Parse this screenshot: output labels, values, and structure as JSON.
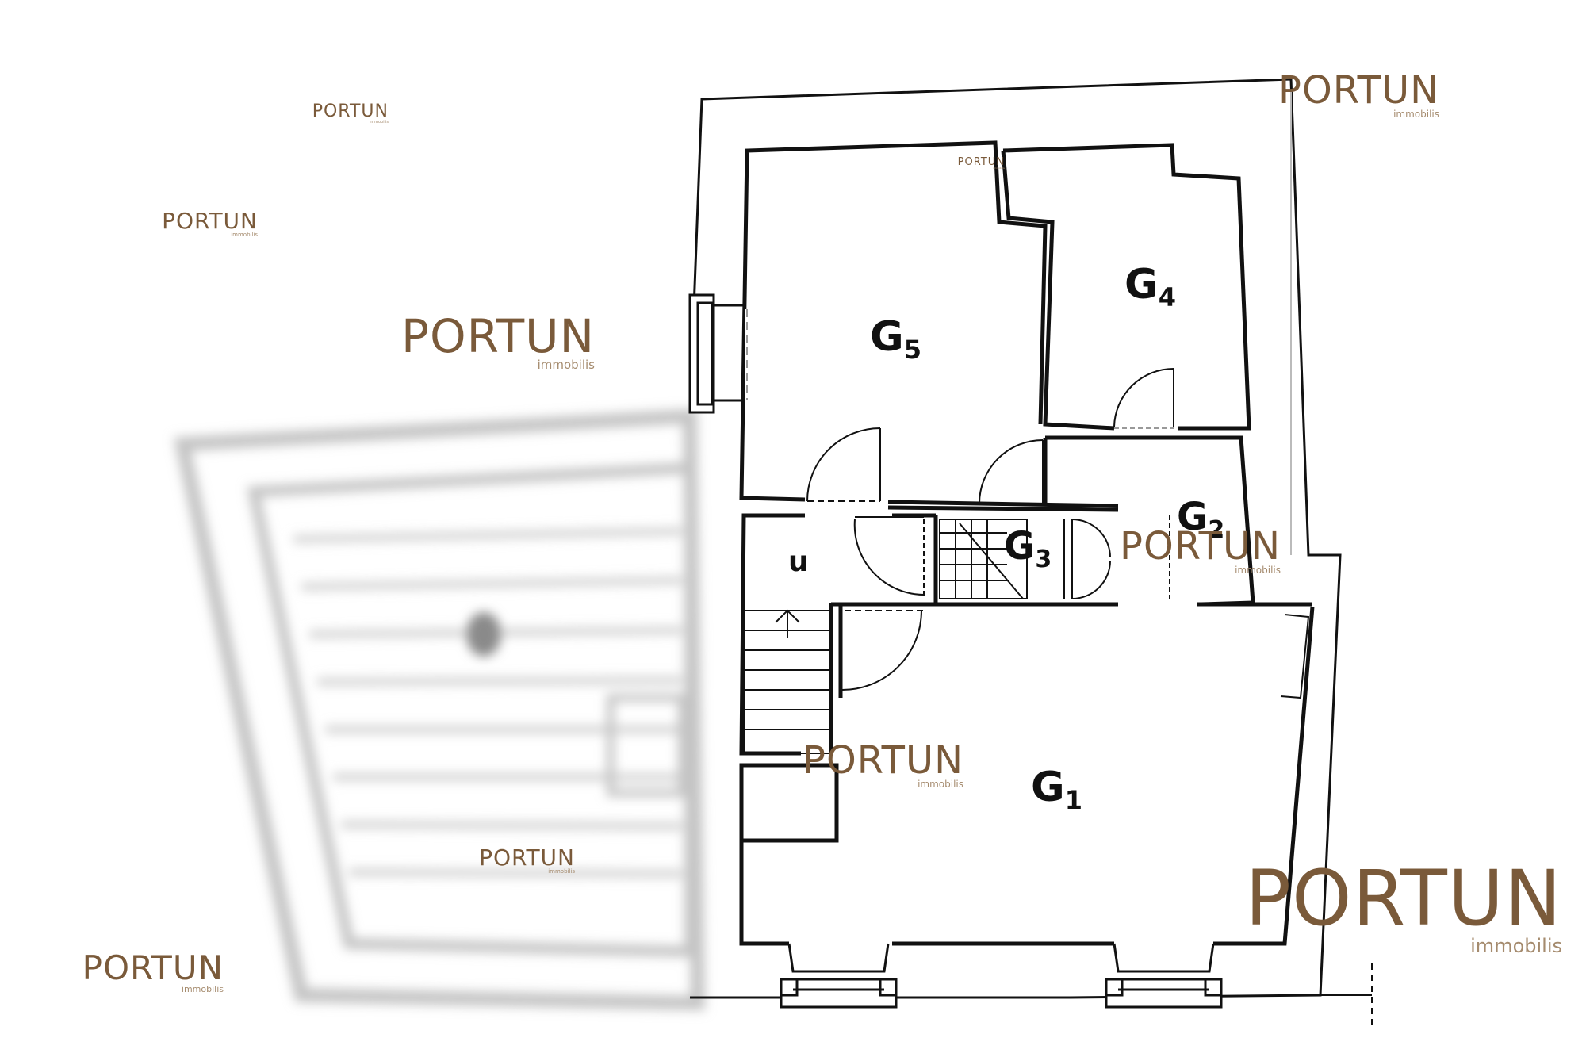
{
  "watermark": {
    "brand": "PORTUN",
    "tagline": "immobilis"
  },
  "rooms": {
    "g5": {
      "letter": "G",
      "number": "5"
    },
    "g4": {
      "letter": "G",
      "number": "4"
    },
    "g3": {
      "letter": "G",
      "number": "3"
    },
    "g2": {
      "letter": "G",
      "number": "2"
    },
    "g1": {
      "letter": "G",
      "number": "1"
    },
    "u": {
      "label": "u"
    }
  },
  "colors": {
    "wall": "#111111",
    "watermark": "#7a5a3a",
    "blur_plan": "#bdbdbd"
  }
}
